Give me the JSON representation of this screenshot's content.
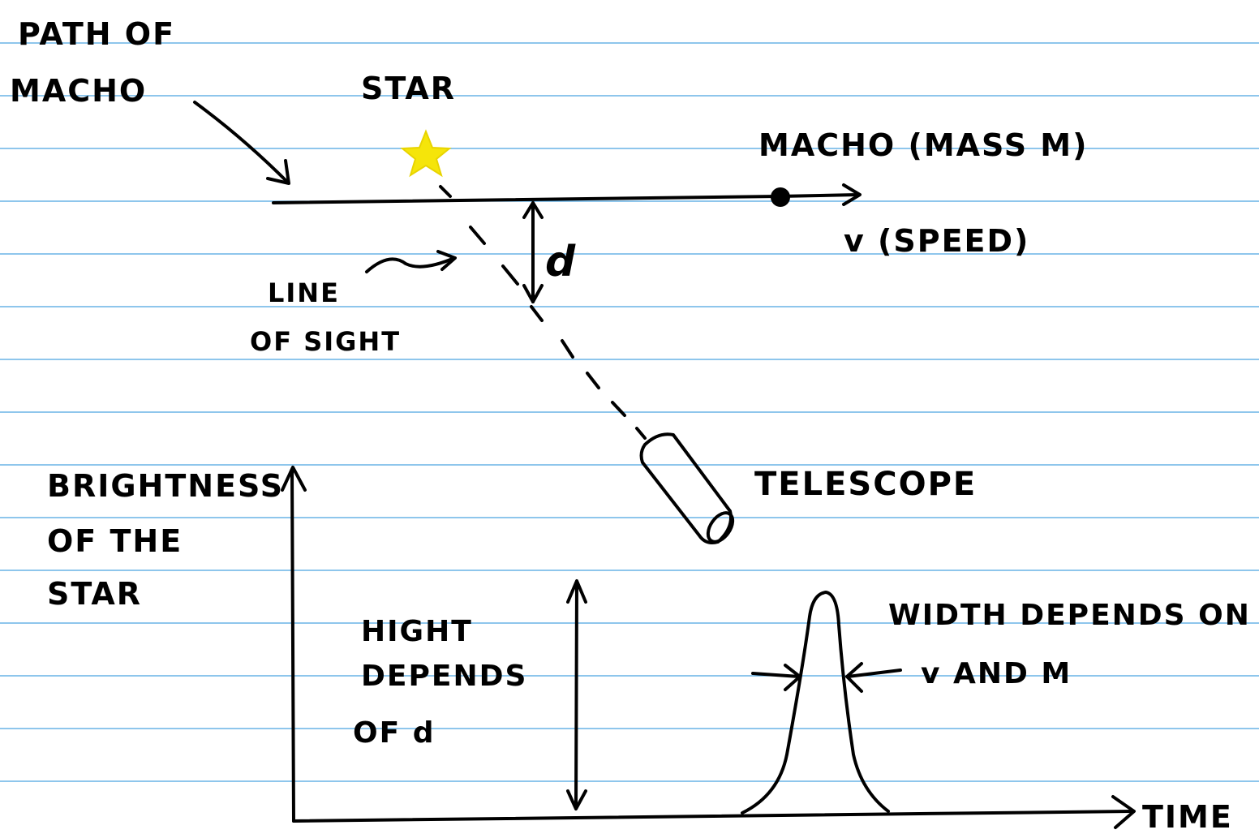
{
  "paper": {
    "rule_color": "#4aa3e0",
    "ink_color": "#000000",
    "star_color": "#f5e50a"
  },
  "labels": {
    "path_of_macho_1": "PATH OF",
    "path_of_macho_2": "MACHO",
    "star": "STAR",
    "macho_mass": "MACHO (MASS M)",
    "speed": "v (SPEED)",
    "distance": "d",
    "line_of_sight_1": "LINE",
    "line_of_sight_2": "OF SIGHT",
    "telescope": "TELESCOPE",
    "brightness_1": "BRIGHTNESS",
    "brightness_2": "OF THE",
    "brightness_3": "STAR",
    "height_1": "HIGHT",
    "height_2": "DEPENDS",
    "height_3": "OF d",
    "width_1": "WIDTH DEPENDS ON",
    "width_2": "v AND M",
    "time": "TIME"
  }
}
